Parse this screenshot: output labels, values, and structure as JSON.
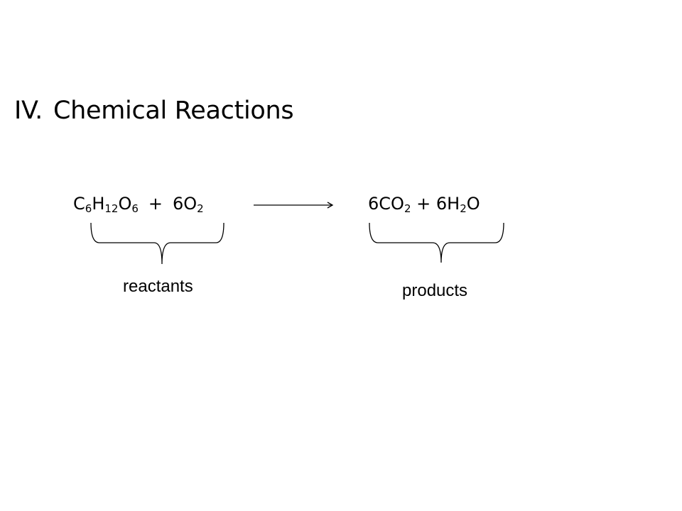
{
  "slide": {
    "title_numeral": "IV.",
    "title_text": "Chemical Reactions"
  },
  "equation": {
    "reactants": {
      "glucose": {
        "c": "C",
        "c_n": "6",
        "h": "H",
        "h_n": "12",
        "o": "O",
        "o_n": "6"
      },
      "plus": "+",
      "oxygen": {
        "coef": "6",
        "o": "O",
        "o_n": "2"
      }
    },
    "products": {
      "co2": {
        "coef": "6",
        "c": "C",
        "o": "O",
        "o_n": "2"
      },
      "plus": "+",
      "water": {
        "coef": "6",
        "h": "H",
        "h_n": "2",
        "o": "O"
      }
    }
  },
  "labels": {
    "reactants": "reactants",
    "products": "products"
  }
}
